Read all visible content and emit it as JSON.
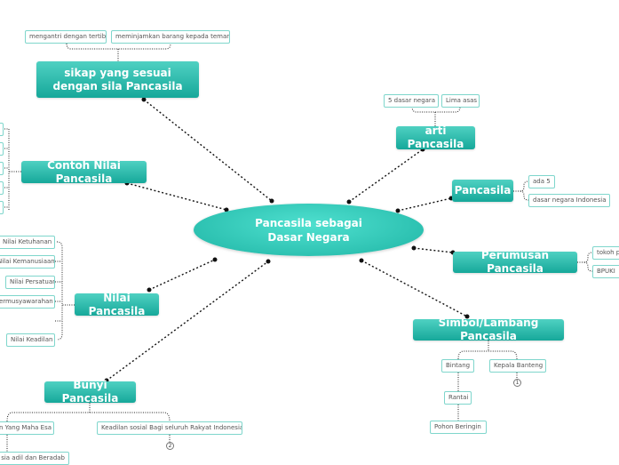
{
  "central": {
    "label": "Pancasila sebagai Dasar Negara"
  },
  "topics": {
    "sikap": "sikap yang sesuai dengan sila Pancasila",
    "contoh": "Contoh Nilai Pancasila",
    "nilai": "Nilai Pancasila",
    "bunyi": "Bunyi Pancasila",
    "arti": "arti Pancasila",
    "pancasila": "Pancasila",
    "perumusan": "Perumusan Pancasila",
    "simbol": "Simbol/Lambang Pancasila"
  },
  "leaves": {
    "sikap": [
      "mengantri dengan tertib",
      "meminjamkan barang kepada teman"
    ],
    "arti": [
      "5 dasar negara",
      "Lima asas"
    ],
    "pancasila": [
      "ada 5",
      "dasar negara Indonesia"
    ],
    "perumusan": [
      "tokoh p",
      "BPUKI"
    ],
    "nilai": [
      "Nilai Ketuhanan",
      "Nilai Kemanusiaan",
      "Nilai Persatuan",
      "ermusyawarahan",
      "Nilai Keadilan"
    ],
    "bunyi": [
      "n Yang Maha Esa",
      "Keadilan sosial Bagi seluruh Rakyat Indonesia",
      "sia adil dan Beradab"
    ],
    "simbol": [
      "Bintang",
      "Kepala Banteng",
      "Rantai",
      "Pohon Beringin"
    ]
  },
  "badges": [
    "1",
    "2"
  ],
  "colors": {
    "accent": "#1fb5a5",
    "leaf_border": "#7fd6cc",
    "connector": "#111111"
  }
}
